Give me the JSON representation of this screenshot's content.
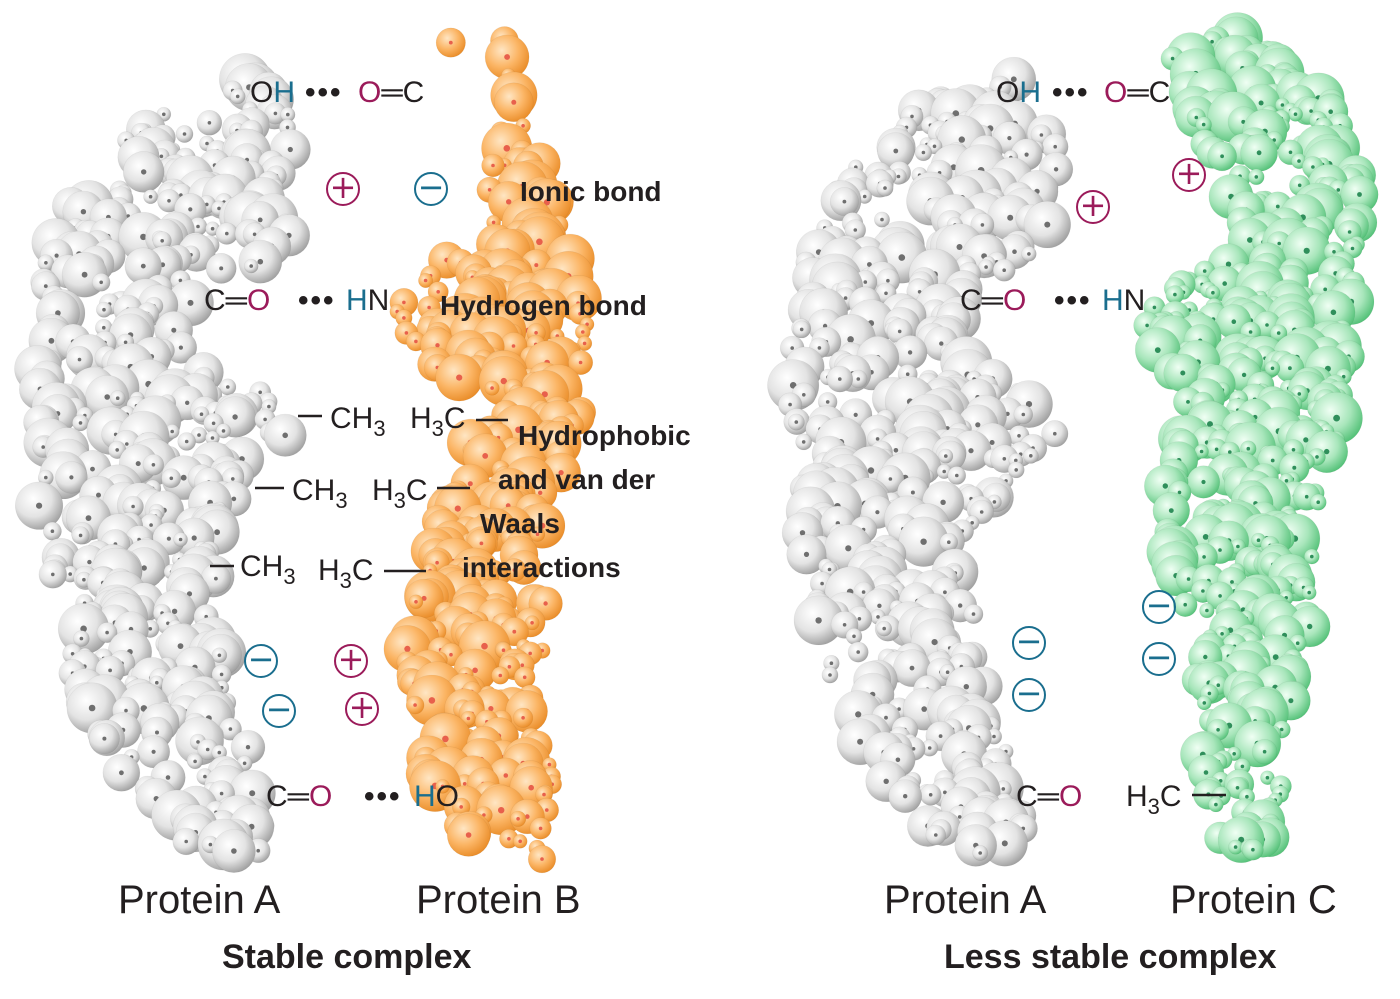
{
  "colors": {
    "protein_a": "#d9d9d9",
    "protein_b": "#f7a84a",
    "protein_c": "#6fcf8e",
    "positive": "#9b1b5a",
    "negative": "#1a6e8e"
  },
  "labels": {
    "ionic_bond": "Ionic bond",
    "hydrogen_bond": "Hydrogen bond",
    "hydrophobic_1": "Hydrophobic",
    "hydrophobic_2": "and van der",
    "hydrophobic_3": "Waals",
    "hydrophobic_4": "interactions"
  },
  "chem": {
    "oh_o": "O",
    "oh_h": "H",
    "dots": "•••",
    "carbonyl_o": "O",
    "carbonyl_c": "C",
    "hn_h": "H",
    "hn_n": "N",
    "c": "C",
    "o": "O",
    "ch": "CH",
    "hc_h": "H",
    "hc_c": "C",
    "three": "3",
    "bond": "—",
    "double_bond": "═"
  },
  "left": {
    "protein_a": "Protein A",
    "protein_b": "Protein B",
    "title": "Stable complex"
  },
  "right": {
    "protein_a": "Protein A",
    "protein_c": "Protein C",
    "title": "Less stable complex"
  },
  "charges": {
    "plus": "+",
    "minus": "−"
  }
}
